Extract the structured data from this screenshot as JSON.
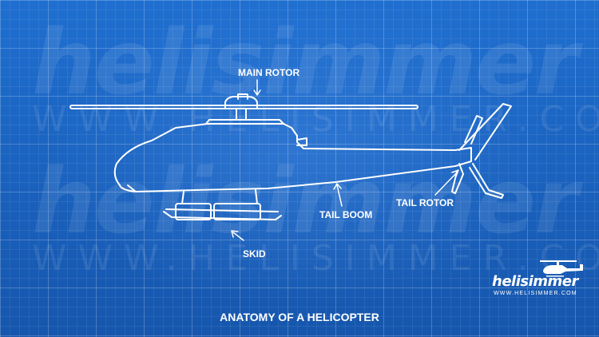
{
  "watermark": {
    "brand": "helisimmer",
    "url": "WWW.HELISIMMER.COM"
  },
  "labels": {
    "main_rotor": "MAIN ROTOR",
    "tail_boom": "TAIL BOOM",
    "tail_rotor": "TAIL ROTOR",
    "skid": "SKID"
  },
  "title": "ANATOMY OF A HELICOPTER",
  "logo": {
    "name": "helisimmer",
    "url": "WWW.HELISIMMER.COM",
    "icon": "helicopter-icon"
  },
  "colors": {
    "background": "#1a5fb4",
    "line": "#ffffff"
  }
}
